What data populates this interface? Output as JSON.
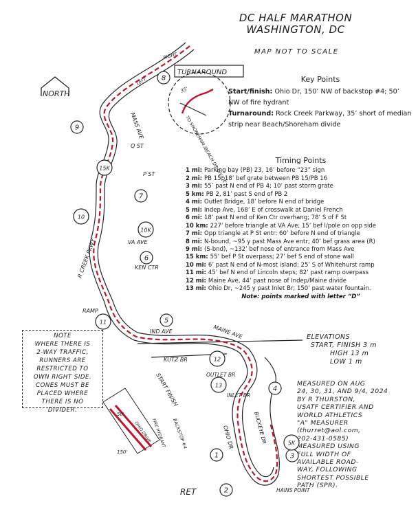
{
  "title": {
    "line1": "DC HALF MARATHON",
    "line2": "WASHINGTON, DC"
  },
  "scale_note": "MAP NOT TO SCALE",
  "north": "NORTH",
  "key_points": {
    "heading": "Key Points",
    "start_label": "Start/finish:",
    "start_text": "Ohio Dr, 150’ NW of backstop #4; 50’ NW of fire hydrant",
    "turn_label": "Turnaround:",
    "turn_text": "Rock Creek Parkway, 35’ short of median strip near Beach/Shoreham divide"
  },
  "timing": {
    "heading": "Timing Points",
    "items": [
      {
        "label": "1 mi:",
        "text": "Parking bay (PB) 23, 16’ before “23” sign"
      },
      {
        "label": "2 mi:",
        "text": "PB 15, 18’ bef grate between PB 15/PB 16"
      },
      {
        "label": "3 mi:",
        "text": "55’ past N end of PB 4; 10’ past storm grate"
      },
      {
        "label": "5 km:",
        "text": "PB 2, 81’ past S end of PB 2"
      },
      {
        "label": "4 mi:",
        "text": "Outlet Bridge, 18’ before N end of bridge"
      },
      {
        "label": "5 mi:",
        "text": "Indep Ave, 168’ E of crosswalk at Daniel French"
      },
      {
        "label": "6 mi:",
        "text": "18’ past N end of Ken Ctr overhang; 78’ S of F St"
      },
      {
        "label": "10 km:",
        "text": "227’ before triangle at VA Ave; 15’ bef l/pole on opp side"
      },
      {
        "label": "7 mi:",
        "text": "Opp triangle at P St entr: 60’ before N end of triangle"
      },
      {
        "label": "8 mi:",
        "text": "N-bound, ~95 y past Mass Ave entr; 40’ bef grass area  (R)"
      },
      {
        "label": "9 mi:",
        "text": "(S-bnd), ~132’ bef nose of entrance from Mass Ave"
      },
      {
        "label": "15 km:",
        "text": "55’ bef P St overpass; 27’ bef S end of stone wall"
      },
      {
        "label": "10 mi:",
        "text": "6’ past N end of N-most island; 25’ S of Whitehurst ramp"
      },
      {
        "label": "11 mi:",
        "text": "45’ bef N end of Lincoln steps; 82’ past ramp overpass"
      },
      {
        "label": "12 mi:",
        "text": "Maine Ave, 44’ past nose of Indep/Maine divide"
      },
      {
        "label": "13 mi:",
        "text": "Ohio Dr, ~245 y past Inlet Br; 150’ past water fountain."
      }
    ],
    "note": "Note: points marked with letter “D”"
  },
  "note_box": [
    "NOTE",
    "WHERE THERE IS",
    "2-WAY TRAFFIC,",
    "RUNNERS ARE",
    "RESTRICTED TO",
    "OWN RIGHT SIDE.",
    "CONES MUST BE",
    "PLACED WHERE",
    "THERE IS NO",
    "DIVIDER."
  ],
  "elevations": {
    "heading": "ELEVATIONS",
    "start": "START, FINISH  3 m",
    "high": "HIGH  13 m",
    "low": "LOW  1 m"
  },
  "measured": [
    "MEASURED ON AUG",
    "24, 30, 31, AND 9/4, 2024",
    "BY R THURSTON,",
    "USATF CERTIFIER AND",
    "WORLD ATHLETICS",
    "\"A\" MEASURER",
    "(thurret@aol.com,",
    "202-431-0585)",
    "MEASURED USING",
    "FULL WIDTH OF",
    "AVAILABLE ROAD-",
    "WAY, FOLLOWING",
    "SHORTEST POSSIBLE",
    "PATH (SPR)."
  ],
  "map_labels": {
    "turnaround": "TURNAROUND",
    "mass_ave": "MASS AVE",
    "q_st": "Q ST",
    "p_st": "P ST",
    "rock_creek": "R CREEK PKWY",
    "va_ave": "VA AVE",
    "ken_ctr": "KEN CTR",
    "ramp": "RAMP",
    "ind_ave": "IND AVE",
    "maine": "MAINE AVE",
    "kutz": "KUTZ BR",
    "outlet": "OUTLET BR",
    "inlet": "INLET BR",
    "buckeye": "BUCKEYE DR",
    "ohio": "OHIO DR",
    "start_finish": "START FINISH",
    "ret": "RET",
    "hains": "HAINS POINT",
    "shoreham": "TO SHOREHAM /BEACH DR DIVIDE",
    "sf_35": "35'",
    "sf_50": "50'",
    "sf_150": "150'",
    "fire_hydrant": "FIRE HYDRANT",
    "backstop": "BACKSTOP #4",
    "ohio_drive": "OHIO DRIVE",
    "right": "RIGHT",
    "left": "LEFT"
  },
  "markers": [
    "1",
    "2",
    "3",
    "4",
    "5",
    "6",
    "7",
    "8",
    "9",
    "10",
    "11",
    "12",
    "13",
    "5K",
    "10K",
    "15K"
  ],
  "colors": {
    "route": "#c0142a",
    "ink": "#1a1a1a"
  }
}
